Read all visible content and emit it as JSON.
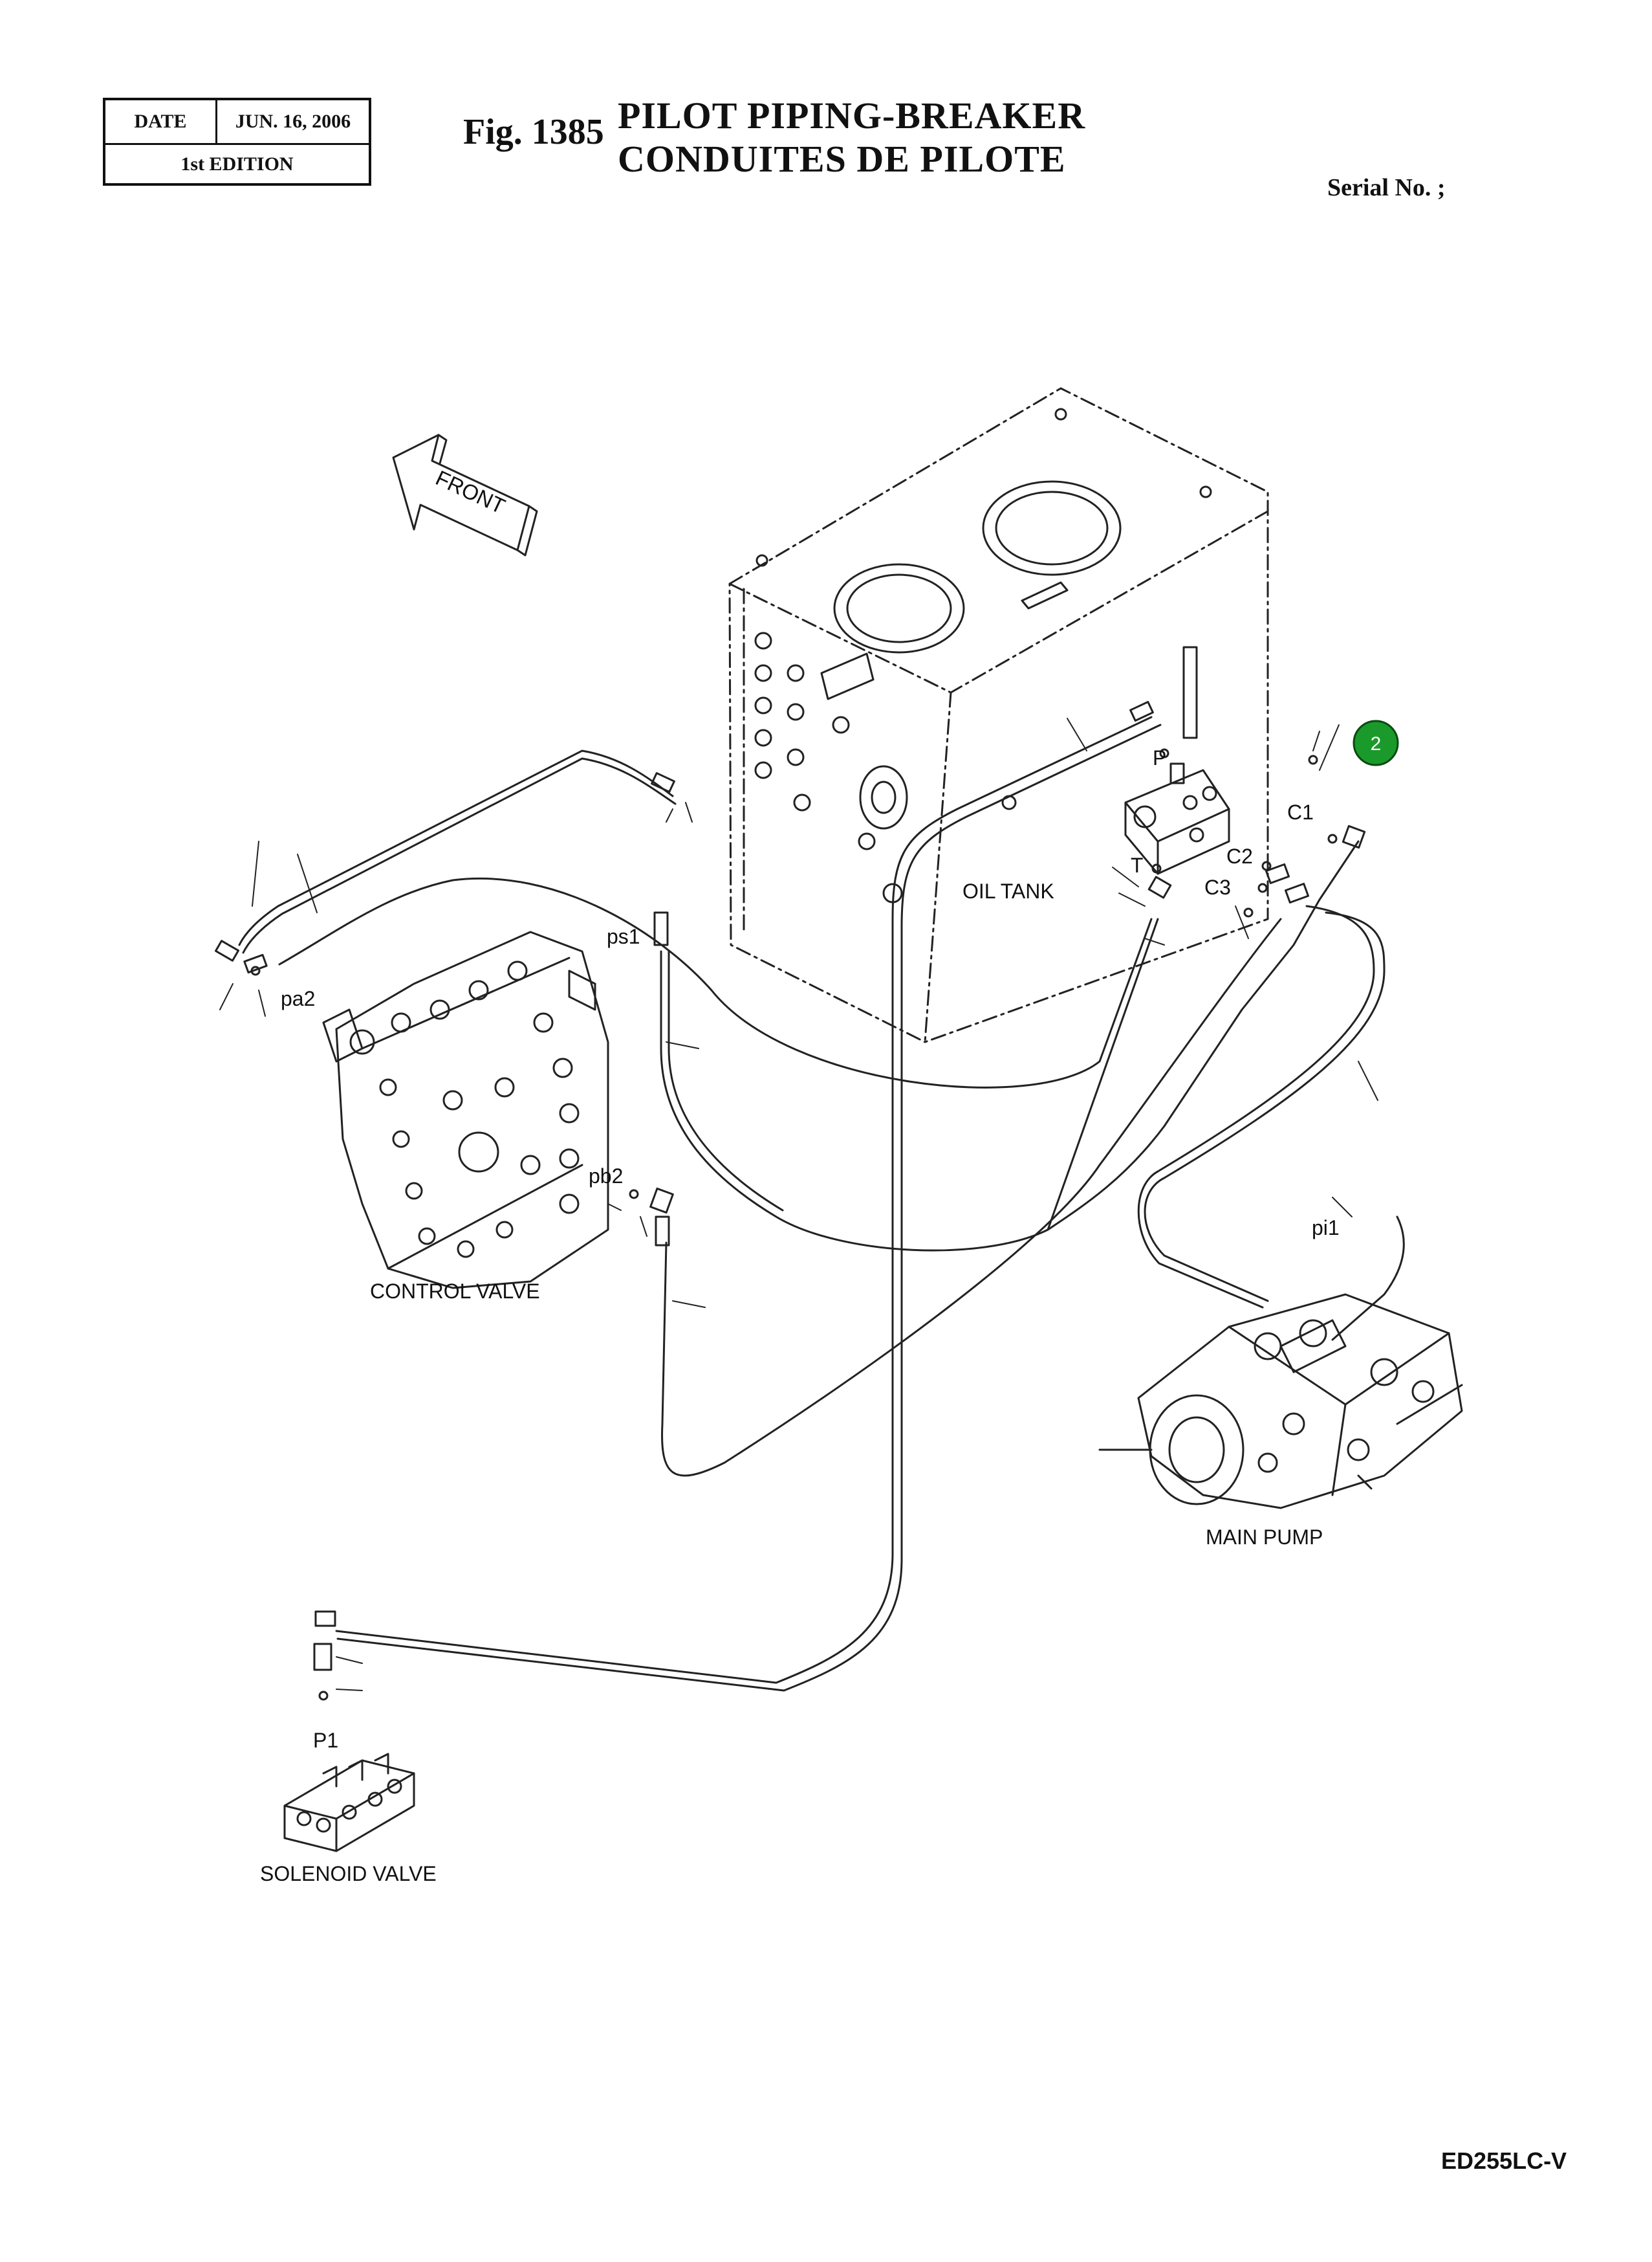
{
  "header": {
    "date_label": "DATE",
    "date_value": "JUN. 16, 2006",
    "edition": "1st EDITION",
    "figure_number": "Fig. 1385",
    "title_en": "PILOT  PIPING-BREAKER",
    "title_fr": "CONDUITES  DE  PILOTE",
    "serial": "Serial No. ;"
  },
  "footer": {
    "model": "ED255LC-V"
  },
  "diagram": {
    "front_label": "FRONT",
    "callout_number": "2",
    "callout_color": "#1a9a2a",
    "components": {
      "oil_tank": "OIL TANK",
      "control_valve": "CONTROL VALVE",
      "main_pump": "MAIN PUMP",
      "solenoid_valve": "SOLENOID VALVE"
    },
    "ports": {
      "p": "P",
      "t": "T",
      "c1": "C1",
      "c2": "C2",
      "c3": "C3",
      "ps1": "ps1",
      "pa2": "pa2",
      "pb2": "pb2",
      "pi1": "pi1",
      "p1": "P1"
    }
  }
}
